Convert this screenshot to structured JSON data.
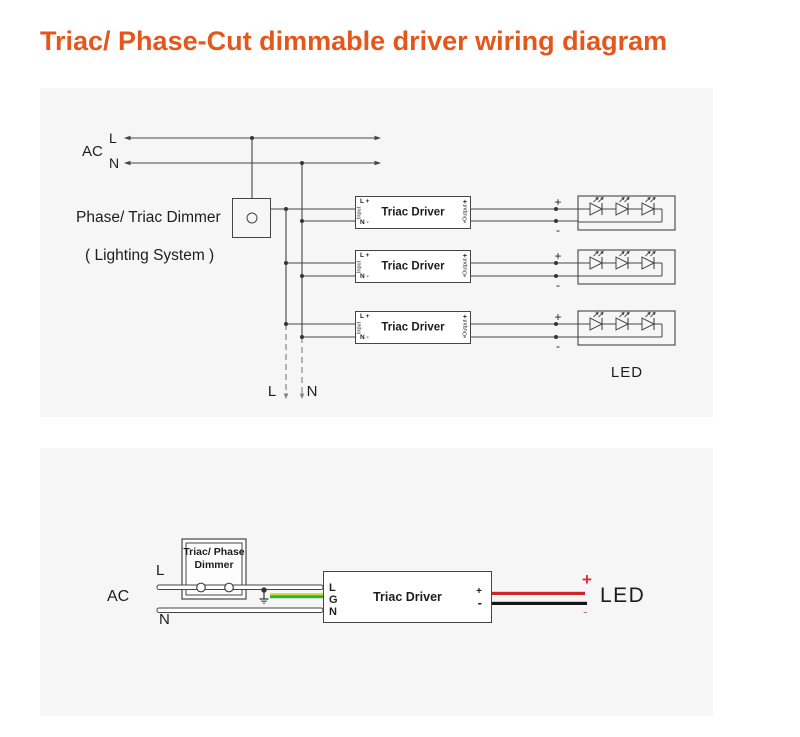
{
  "title": "Triac/ Phase-Cut dimmable driver wiring diagram",
  "colors": {
    "title_orange": "#E5561B",
    "panel_bg": "#F6F6F6",
    "line_gray": "#454545",
    "wire_red": "#D0242B",
    "wire_black": "#151515",
    "earth_green": "#2FAE32",
    "earth_yellow": "#C9DA2F",
    "led_plus_red": "#E12B2F"
  },
  "top_diagram": {
    "ac": "AC",
    "line_l": "L",
    "line_n": "N",
    "dimmer": "Phase/ Triac Dimmer",
    "lighting_system": "( Lighting System )",
    "out_l": "L",
    "out_n": "N",
    "led": "LED",
    "drivers": [
      {
        "title": "Triac Driver",
        "input_l": "L +",
        "input": "Input",
        "input_n": "N -",
        "output": "Output",
        "out_plus": "+",
        "out_minus": "-",
        "wire_plus": "+",
        "wire_minus": "-"
      },
      {
        "title": "Triac Driver",
        "input_l": "L +",
        "input": "Input",
        "input_n": "N -",
        "output": "Output",
        "out_plus": "+",
        "out_minus": "-",
        "wire_plus": "+",
        "wire_minus": "-"
      },
      {
        "title": "Triac Driver",
        "input_l": "L +",
        "input": "Input",
        "input_n": "N -",
        "output": "Output",
        "out_plus": "+",
        "out_minus": "-",
        "wire_plus": "+",
        "wire_minus": "-"
      }
    ]
  },
  "bottom_diagram": {
    "ac": "AC",
    "line_l": "L",
    "line_n": "N",
    "dimmer_line1": "Triac/ Phase",
    "dimmer_line2": "Dimmer",
    "driver": {
      "title": "Triac Driver",
      "term_l": "L",
      "term_g": "G",
      "term_n": "N",
      "out_plus": "+",
      "out_minus": "-"
    },
    "led": "LED",
    "led_plus": "+",
    "led_minus": "-"
  }
}
